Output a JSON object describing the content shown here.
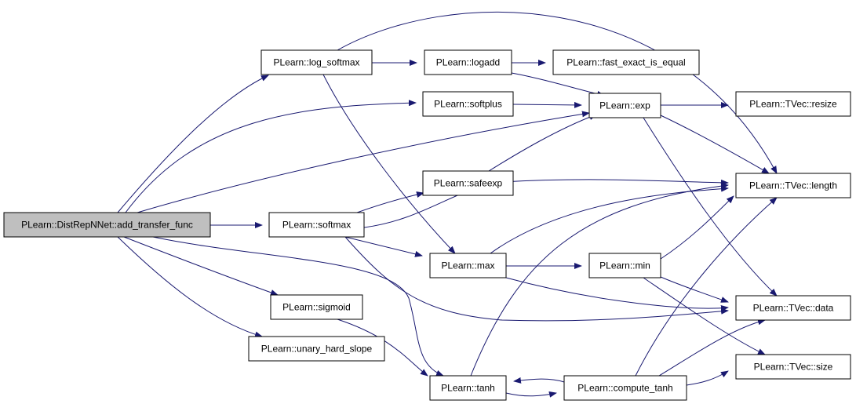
{
  "colors": {
    "edge": "#191970",
    "node_fill": "#ffffff",
    "root_fill": "#bfbfbf",
    "border": "#000000"
  },
  "nodes": [
    {
      "id": "add_transfer_func",
      "label": "PLearn::DistRepNNet::add_transfer_func",
      "root": true
    },
    {
      "id": "log_softmax",
      "label": "PLearn::log_softmax"
    },
    {
      "id": "logadd",
      "label": "PLearn::logadd"
    },
    {
      "id": "fast_exact_is_equal",
      "label": "PLearn::fast_exact_is_equal"
    },
    {
      "id": "exp",
      "label": "PLearn::exp"
    },
    {
      "id": "resize",
      "label": "PLearn::TVec::resize"
    },
    {
      "id": "softplus",
      "label": "PLearn::softplus"
    },
    {
      "id": "safeexp",
      "label": "PLearn::safeexp"
    },
    {
      "id": "length",
      "label": "PLearn::TVec::length"
    },
    {
      "id": "softmax",
      "label": "PLearn::softmax"
    },
    {
      "id": "max",
      "label": "PLearn::max"
    },
    {
      "id": "min",
      "label": "PLearn::min"
    },
    {
      "id": "sigmoid",
      "label": "PLearn::sigmoid"
    },
    {
      "id": "data",
      "label": "PLearn::TVec::data"
    },
    {
      "id": "unary_hard_slope",
      "label": "PLearn::unary_hard_slope"
    },
    {
      "id": "size",
      "label": "PLearn::TVec::size"
    },
    {
      "id": "tanh",
      "label": "PLearn::tanh"
    },
    {
      "id": "compute_tanh",
      "label": "PLearn::compute_tanh"
    }
  ],
  "edges": [
    [
      "add_transfer_func",
      "log_softmax"
    ],
    [
      "add_transfer_func",
      "softplus"
    ],
    [
      "add_transfer_func",
      "exp"
    ],
    [
      "add_transfer_func",
      "softmax"
    ],
    [
      "add_transfer_func",
      "sigmoid"
    ],
    [
      "add_transfer_func",
      "unary_hard_slope"
    ],
    [
      "add_transfer_func",
      "tanh"
    ],
    [
      "log_softmax",
      "logadd"
    ],
    [
      "log_softmax",
      "length"
    ],
    [
      "log_softmax",
      "max"
    ],
    [
      "logadd",
      "fast_exact_is_equal"
    ],
    [
      "logadd",
      "exp"
    ],
    [
      "softplus",
      "exp"
    ],
    [
      "exp",
      "resize"
    ],
    [
      "exp",
      "length"
    ],
    [
      "exp",
      "data"
    ],
    [
      "safeexp",
      "exp"
    ],
    [
      "softmax",
      "safeexp"
    ],
    [
      "softmax",
      "length"
    ],
    [
      "softmax",
      "max"
    ],
    [
      "softmax",
      "data"
    ],
    [
      "max",
      "length"
    ],
    [
      "max",
      "min"
    ],
    [
      "max",
      "data"
    ],
    [
      "min",
      "length"
    ],
    [
      "min",
      "data"
    ],
    [
      "min",
      "size"
    ],
    [
      "sigmoid",
      "tanh"
    ],
    [
      "tanh",
      "length"
    ],
    [
      "tanh",
      "compute_tanh"
    ],
    [
      "compute_tanh",
      "tanh"
    ],
    [
      "compute_tanh",
      "length"
    ],
    [
      "compute_tanh",
      "data"
    ],
    [
      "compute_tanh",
      "size"
    ]
  ]
}
